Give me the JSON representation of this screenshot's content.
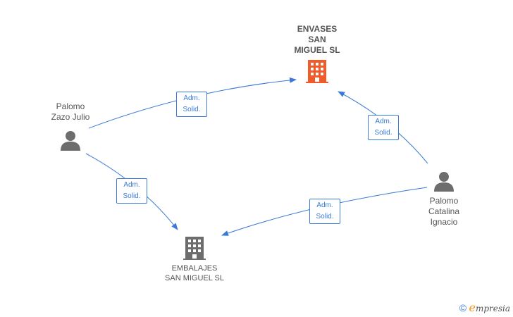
{
  "nodes": {
    "envases": {
      "lines": [
        "ENVASES",
        "SAN",
        "MIGUEL SL"
      ],
      "icon": "building-icon",
      "color": "#f15a29"
    },
    "embalajes": {
      "lines": [
        "EMBALAJES",
        "SAN MIGUEL SL"
      ],
      "icon": "building-icon",
      "color": "#6d6d6d"
    },
    "palomo_zazo": {
      "lines": [
        "Palomo",
        "Zazo Julio"
      ],
      "icon": "person-icon",
      "color": "#6d6d6d"
    },
    "palomo_catalina": {
      "lines": [
        "Palomo",
        "Catalina",
        "Ignacio"
      ],
      "icon": "person-icon",
      "color": "#6d6d6d"
    }
  },
  "edges": [
    {
      "from": "palomo_zazo",
      "to": "envases",
      "label": [
        "Adm.",
        "Solid."
      ]
    },
    {
      "from": "palomo_zazo",
      "to": "embalajes",
      "label": [
        "Adm.",
        "Solid."
      ]
    },
    {
      "from": "palomo_catalina",
      "to": "envases",
      "label": [
        "Adm.",
        "Solid."
      ]
    },
    {
      "from": "palomo_catalina",
      "to": "embalajes",
      "label": [
        "Adm.",
        "Solid."
      ]
    }
  ],
  "brand": {
    "copyright": "©",
    "e": "e",
    "rest": "mpresia"
  },
  "colors": {
    "edge": "#3a7ad6",
    "accent": "#f15a29",
    "node": "#6d6d6d"
  }
}
